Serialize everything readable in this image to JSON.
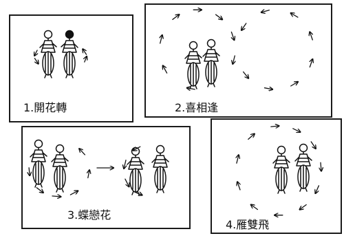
{
  "panels": [
    {
      "label": "1.開花轉"
    },
    {
      "label": "2.喜相逢"
    },
    {
      "label": "3.蝶戀花"
    },
    {
      "label": "4.雁雙飛"
    }
  ]
}
